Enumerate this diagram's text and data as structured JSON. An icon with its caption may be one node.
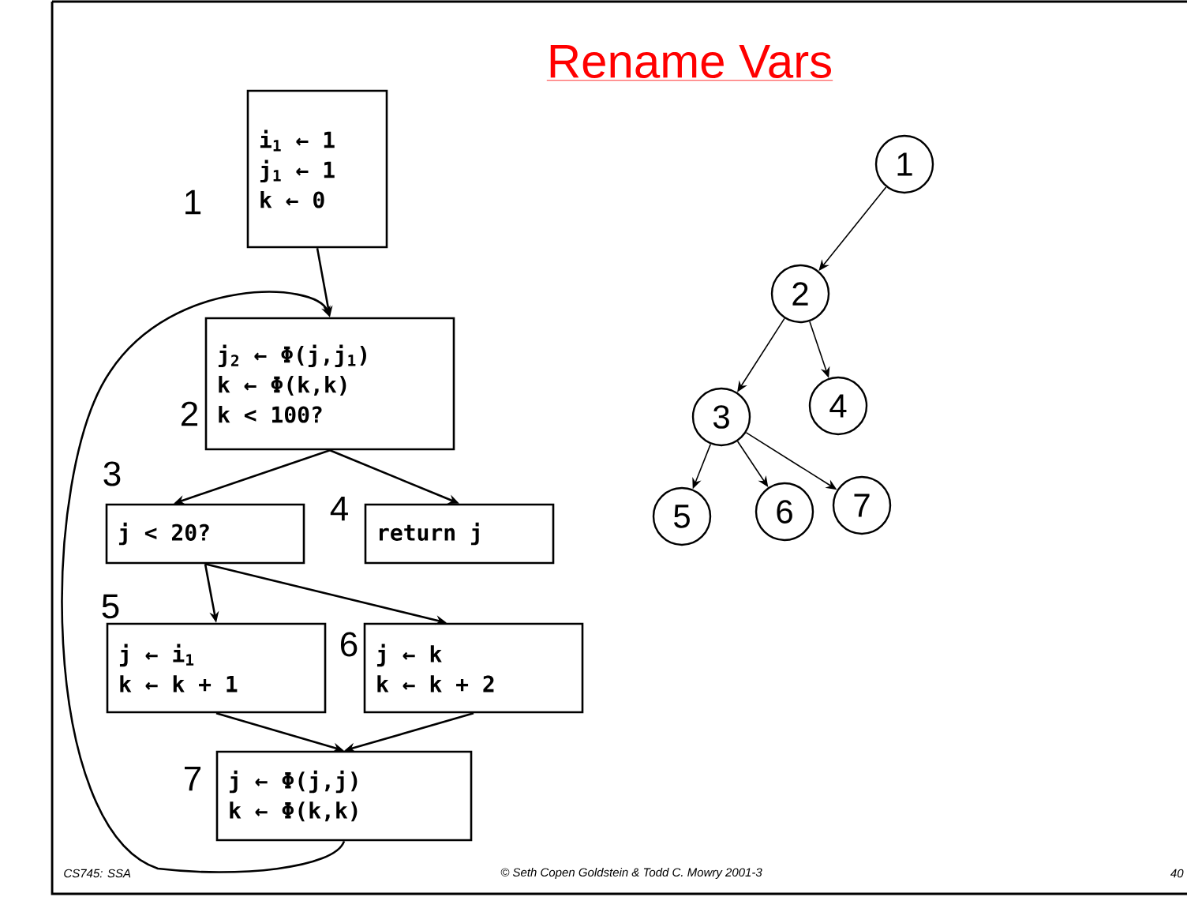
{
  "diagram": {
    "title": "Rename Vars",
    "nodes": [
      {
        "text": [
          "i$_{1}$ ← 1",
          "j$_{1}$ ← 1",
          "k ← 0"
        ],
        "beside": [
          "1"
        ]
      },
      {
        "text": [
          "j$_{2}$ ← Φ(j,j$_{1}$)",
          "k ← Φ(k,k)",
          "k < 100?"
        ],
        "beside": [
          "2"
        ]
      },
      {
        "text": [
          "j < 20?"
        ],
        "beside": [
          "3"
        ]
      },
      {
        "text": [
          "return j"
        ],
        "beside": [
          "4"
        ]
      },
      {
        "text": [
          "j ← i$_{1}$",
          "k ← k + 1"
        ],
        "beside": [
          "5"
        ]
      },
      {
        "text": [
          "j ← k",
          "k ← k + 2"
        ],
        "beside": [
          "6"
        ]
      },
      {
        "text": [
          "j ← Φ(j,j)",
          "k ← Φ(k,k)"
        ],
        "beside": [
          "7"
        ]
      },
      {
        "text": [
          "1"
        ]
      },
      {
        "text": [
          "2"
        ]
      },
      {
        "text": [
          "3"
        ]
      },
      {
        "text": [
          "4"
        ]
      },
      {
        "text": [
          "5"
        ]
      },
      {
        "text": [
          "6"
        ]
      },
      {
        "text": [
          "7"
        ]
      }
    ],
    "edges": [
      {
        "from": 0,
        "to": 1,
        "arrow": "to"
      },
      {
        "from": 1,
        "to": 2,
        "arrow": "to"
      },
      {
        "from": 1,
        "to": 3,
        "arrow": "to"
      },
      {
        "from": 2,
        "to": 4,
        "arrow": "to"
      },
      {
        "from": 2,
        "to": 5,
        "arrow": "to"
      },
      {
        "from": 4,
        "to": 6,
        "arrow": "to"
      },
      {
        "from": 5,
        "to": 6,
        "arrow": "to"
      },
      {
        "from": 6,
        "to": 1,
        "arrow": "to"
      },
      {
        "from": 7,
        "to": 8,
        "arrow": "to"
      },
      {
        "from": 8,
        "to": 9,
        "arrow": "to"
      },
      {
        "from": 8,
        "to": 10,
        "arrow": "to"
      },
      {
        "from": 9,
        "to": 11,
        "arrow": "to"
      },
      {
        "from": 9,
        "to": 12,
        "arrow": "to"
      },
      {
        "from": 9,
        "to": 13,
        "arrow": "to"
      }
    ],
    "labels": [
      "CS745: SSA",
      "© Seth Copen Goldstein & Todd C. Mowry 2001-3",
      "40"
    ]
  }
}
